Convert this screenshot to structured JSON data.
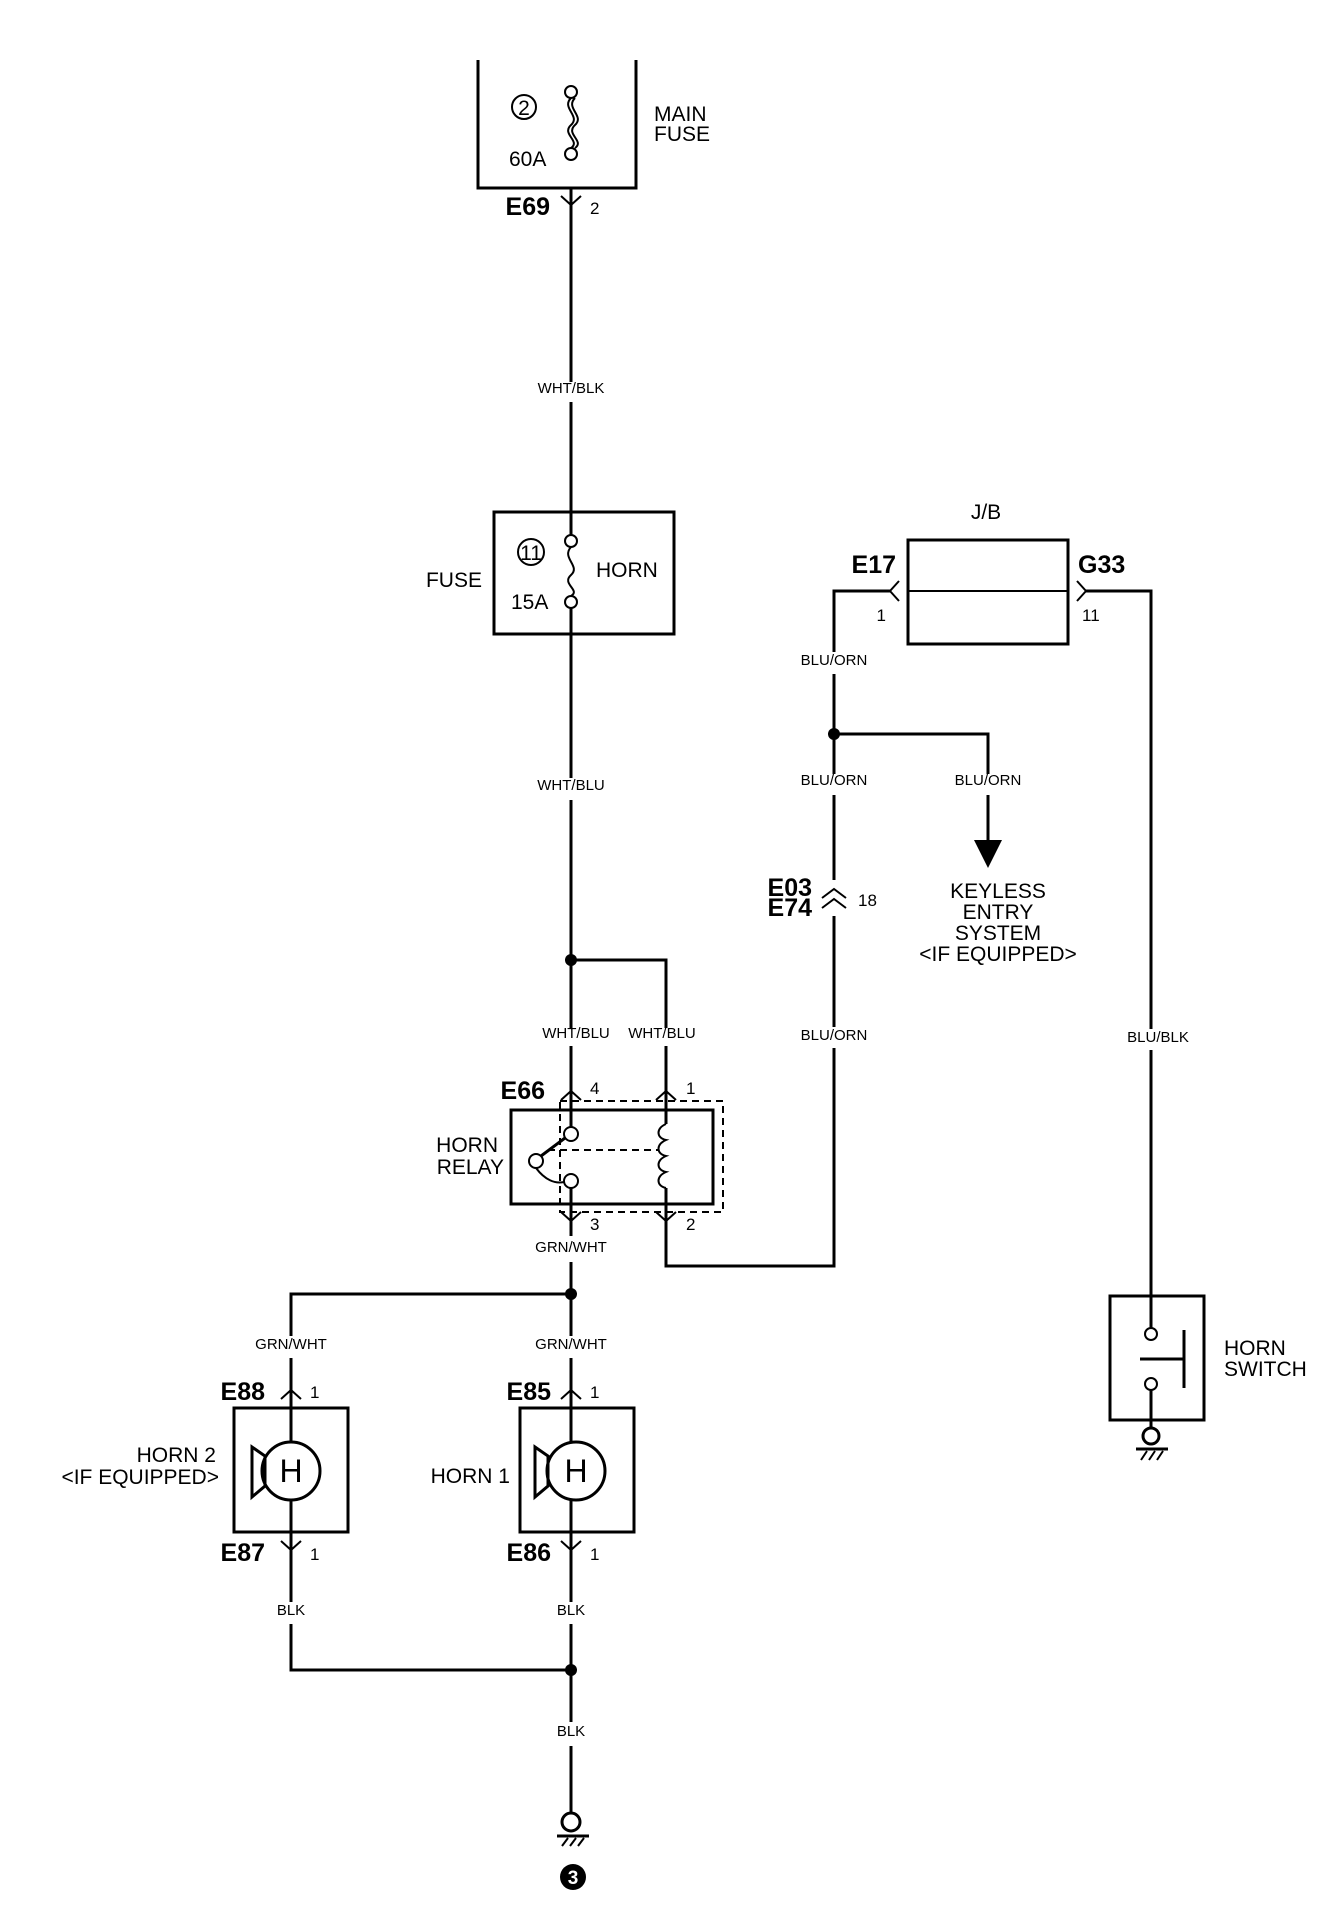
{
  "main_fuse": {
    "number": "2",
    "rating": "60A",
    "label_line1": "MAIN",
    "label_line2": "FUSE"
  },
  "horn_fuse": {
    "number": "11",
    "rating": "15A",
    "name": "HORN",
    "label": "FUSE"
  },
  "junction_box": {
    "label": "J/B"
  },
  "connectors": {
    "e69": "E69",
    "e69_pin": "2",
    "e17": "E17",
    "e17_pin": "1",
    "g33": "G33",
    "g33_pin": "11",
    "e03": "E03",
    "e74": "E74",
    "e03_pin": "18",
    "e66": "E66",
    "e66_pin4": "4",
    "e66_pin1": "1",
    "e66_pin3": "3",
    "e66_pin2": "2",
    "e88": "E88",
    "e88_pin": "1",
    "e85": "E85",
    "e85_pin": "1",
    "e87": "E87",
    "e87_pin": "1",
    "e86": "E86",
    "e86_pin": "1"
  },
  "wires": {
    "wht_blk": "WHT/BLK",
    "wht_blu_main": "WHT/BLU",
    "wht_blu_relay4": "WHT/BLU",
    "wht_blu_relay1": "WHT/BLU",
    "blu_orn_top": "BLU/ORN",
    "blu_orn_mid": "BLU/ORN",
    "blu_orn_branch": "BLU/ORN",
    "blu_orn_bottom": "BLU/ORN",
    "blu_blk": "BLU/BLK",
    "grn_wht_relay": "GRN/WHT",
    "grn_wht_horn2": "GRN/WHT",
    "grn_wht_horn1": "GRN/WHT",
    "blk_horn2": "BLK",
    "blk_horn1": "BLK",
    "blk_ground": "BLK"
  },
  "keyless": {
    "line1": "KEYLESS",
    "line2": "ENTRY",
    "line3": "SYSTEM",
    "line4": "<IF EQUIPPED>"
  },
  "horn_relay": {
    "line1": "HORN",
    "line2": "RELAY"
  },
  "horn_switch": {
    "line1": "HORN",
    "line2": "SWITCH"
  },
  "horn1": {
    "label": "HORN 1",
    "letter": "H"
  },
  "horn2": {
    "line1": "HORN 2",
    "line2": "<IF EQUIPPED>",
    "letter": "H"
  },
  "ground": {
    "number": "3"
  }
}
